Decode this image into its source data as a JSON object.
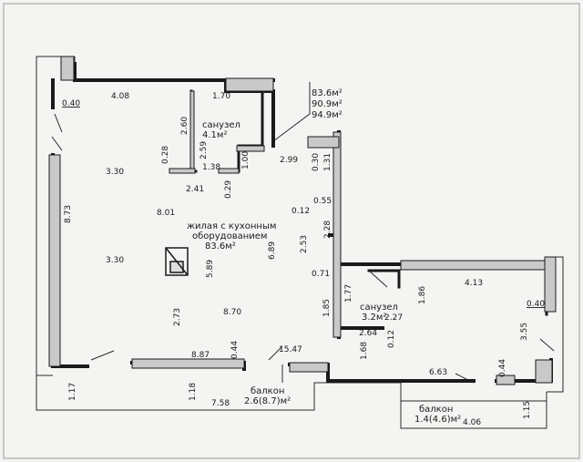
{
  "area_summary": [
    "83.6м²",
    "90.9м²",
    "94.9м²"
  ],
  "rooms": {
    "living": {
      "name_line1": "жилая с кухонным",
      "name_line2": "оборудованием",
      "area": "83.6м²"
    },
    "bath1": {
      "name": "санузел",
      "area": "4.1м²"
    },
    "bath2": {
      "name": "санузел",
      "area": "3.2м²"
    },
    "balcony1": {
      "name": "балкон",
      "area": "2.6(8.7)м²"
    },
    "balcony2": {
      "name": "балкон",
      "area": "1.4(4.6)м²"
    }
  },
  "dims": {
    "d0_40a": "0.40",
    "d4_08": "4.08",
    "d1_70": "1.70",
    "d2_60": "2.60",
    "d2_59": "2.59",
    "d0_28": "0.28",
    "d1_38": "1.38",
    "d1_00": "1.00",
    "d2_99": "2.99",
    "d0_30": "0.30",
    "d1_31": "1.31",
    "d3_30a": "3.30",
    "d8_73": "8.73",
    "d2_41": "2.41",
    "d0_29": "0.29",
    "d0_55": "0.55",
    "d8_01": "8.01",
    "d0_12a": "0.12",
    "d2_28": "2.28",
    "d2_53": "2.53",
    "d6_89": "6.89",
    "d3_30b": "3.30",
    "d5_89": "5.89",
    "d0_71": "0.71",
    "d4_13": "4.13",
    "d1_77": "1.77",
    "d1_86": "1.86",
    "d0_40b": "0.40",
    "d1_85": "1.85",
    "d2_73": "2.73",
    "d8_70": "8.70",
    "d2_27": "2.27",
    "d2_64": "2.64",
    "d0_12b": "0.12",
    "d3_55": "3.55",
    "d1_68": "1.68",
    "d8_87": "8.87",
    "d0_44a": "0.44",
    "d15_47": "15.47",
    "d6_63": "6.63",
    "d0_44b": "0.44",
    "d1_17": "1.17",
    "d1_18": "1.18",
    "d7_58": "7.58",
    "d1_15": "1.15",
    "d4_06": "4.06"
  },
  "colors": {
    "wall": "#1a1a1a",
    "line": "#2a2a2a",
    "background": "#f4f4f2"
  }
}
